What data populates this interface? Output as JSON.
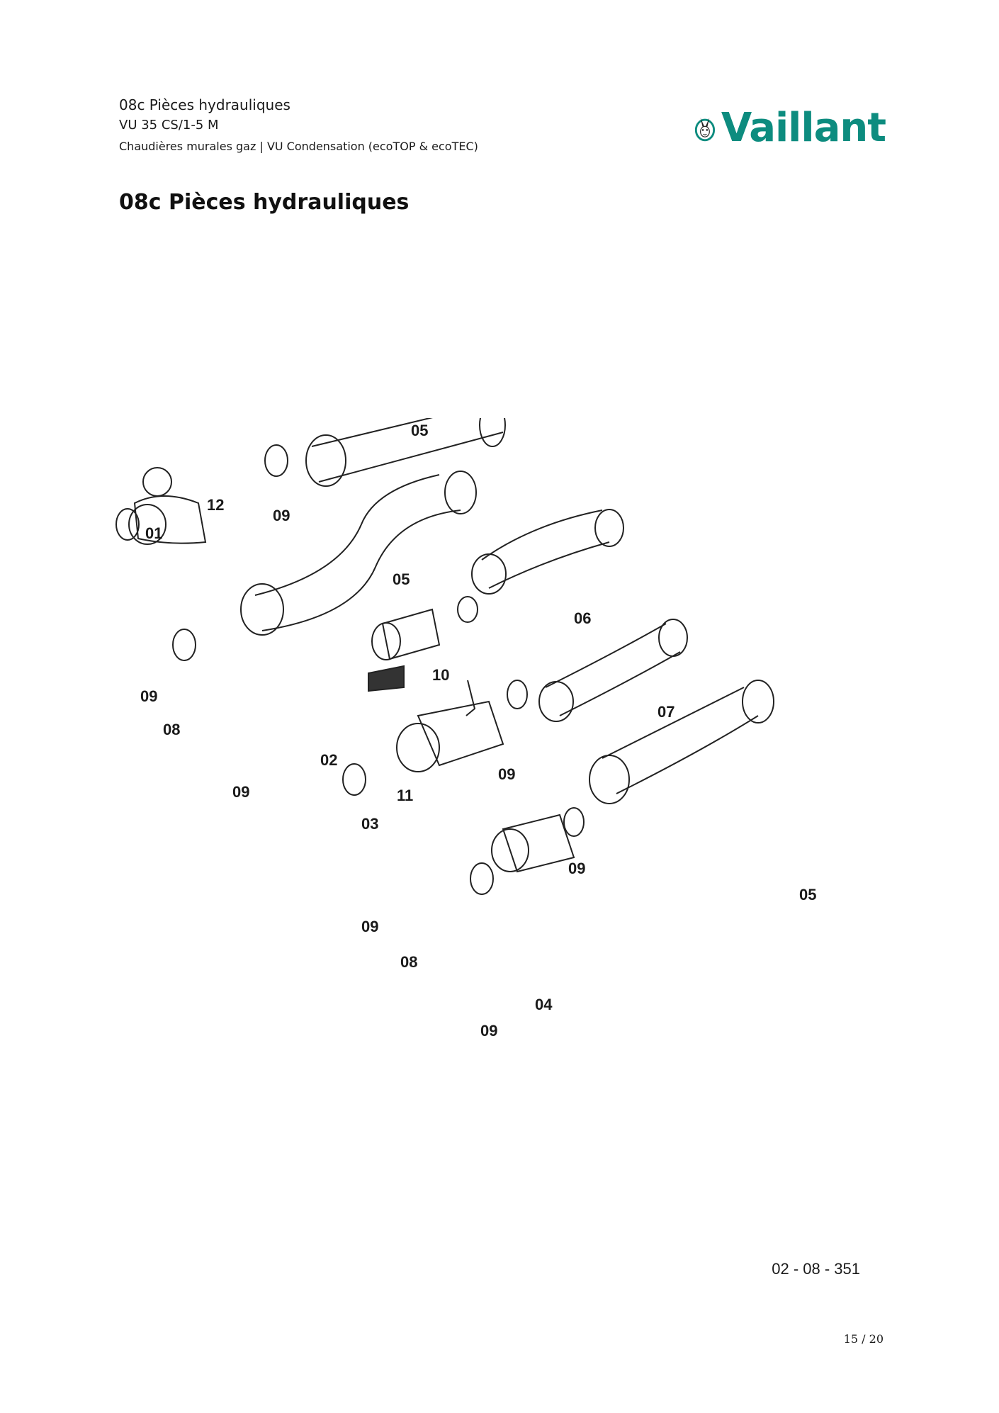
{
  "header": {
    "section": "08c Pièces hydrauliques",
    "model": "VU 35 CS/1-5 M",
    "category": "Chaudières murales gaz | VU Condensation (ecoTOP & ecoTEC)"
  },
  "logo": {
    "text": "Vaillant",
    "color": "#0d8c7f",
    "icon": "vaillant-hare-icon"
  },
  "title": "08c Pièces hydrauliques",
  "diagram": {
    "labels": [
      "05",
      "12",
      "09",
      "01",
      "05",
      "06",
      "10",
      "09",
      "08",
      "09",
      "02",
      "07",
      "11",
      "09",
      "03",
      "09",
      "05",
      "09",
      "08",
      "04",
      "09"
    ]
  },
  "reference": "02 - 08 - 351",
  "page": "15 / 20"
}
